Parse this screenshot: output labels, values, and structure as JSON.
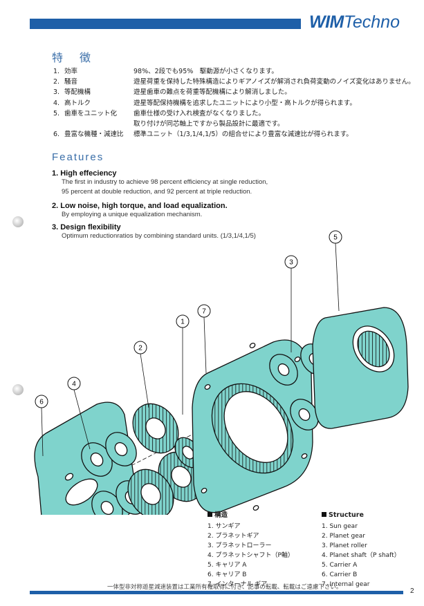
{
  "header": {
    "logo_wim": "WIM",
    "logo_techno": "Techno"
  },
  "jp_features": {
    "title": "特　徴",
    "items": [
      {
        "num": "1.",
        "label": "効率",
        "desc": "98%、2段でも95%　駆動源が小さくなります。"
      },
      {
        "num": "2.",
        "label": "騒音",
        "desc": "遊星荷重を保持した特殊構造によりギアノイズが解消され負荷変動のノイズ変化はありません。"
      },
      {
        "num": "3.",
        "label": "等配機構",
        "desc": "遊星歯車の難点を荷重等配機構により解消しました。"
      },
      {
        "num": "4.",
        "label": "高トルク",
        "desc": "遊星等配保持機構を追求したユニットにより小型・高トルクが得られます。"
      },
      {
        "num": "5.",
        "label": "歯車をユニット化",
        "desc": "歯車仕様の受け入れ検査がなくなりました。"
      },
      {
        "num": "",
        "label": "",
        "desc": "取り付けが同芯軸上ですから製品設計に最適です。"
      },
      {
        "num": "6.",
        "label": "豊富な機種・減速比",
        "desc": "標準ユニット（1/3,1/4,1/5）の組合せにより豊富な減速比が得られます。"
      }
    ]
  },
  "en_features": {
    "title": "Features",
    "items": [
      {
        "head": "1.  High effeciency",
        "lines": [
          "The first in industry to achieve 98 percent efficiency at single reduction,",
          "95 percent at double reduction, and 92 percent at triple reduction."
        ]
      },
      {
        "head": "2.  Low noise, high torque, and load equalization.",
        "lines": [
          "By employing a unique equalization mechanism."
        ]
      },
      {
        "head": "3.  Design flexibility",
        "lines": [
          "Optimum reductionratios by combining standard units. (1/3,1/4,1/5)"
        ]
      }
    ]
  },
  "diagram": {
    "callouts": [
      "1",
      "2",
      "3",
      "4",
      "5",
      "6",
      "7"
    ],
    "fill_color": "#7fd3cc",
    "stroke_color": "#111111"
  },
  "legend_jp": {
    "title": "構造",
    "items": [
      "1. サンギア",
      "2. プラネットギア",
      "3. プラネットローラー",
      "4. プラネットシャフト（P軸）",
      "5. キャリア A",
      "6. キャリア B",
      "7. インターナル ギア"
    ]
  },
  "legend_en": {
    "title": "Structure",
    "items": [
      "1. Sun gear",
      "2. Planet gear",
      "3. Planet roller",
      "4. Planet shaft（P shaft）",
      "5. Carrier A",
      "6. Carrier B",
      "7. Internal gear"
    ]
  },
  "footer": {
    "note": "一体型非対称遊星減速装置は工業所有権取得に付き、記事の転載、転載はご遠慮下さい。",
    "page": "2"
  }
}
